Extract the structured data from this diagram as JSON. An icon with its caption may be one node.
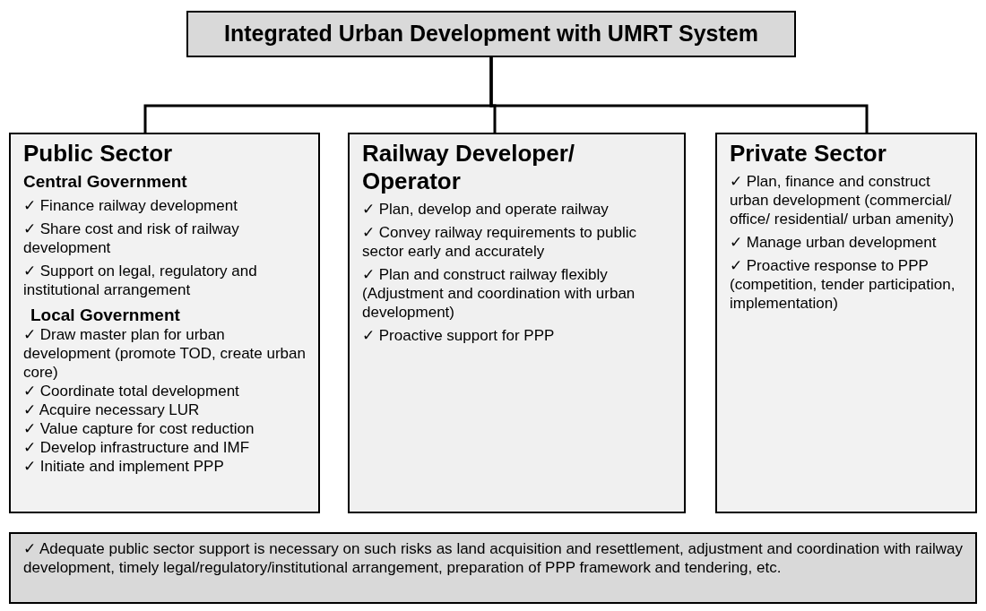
{
  "diagram": {
    "nodes": [
      {
        "text": [
          "Integrated Urban Development with UMRT System"
        ]
      },
      {
        "text": [
          "Public Sector",
          "Central Government",
          "✓ Finance railway development",
          "✓ Share cost and risk of railway development",
          "✓ Support on legal, regulatory and institutional arrangement",
          "Local Government",
          "✓ Draw master plan for urban development (promote TOD, create urban core)",
          "✓ Coordinate total development",
          "✓ Acquire necessary LUR",
          "✓ Value capture for cost reduction",
          "✓ Develop infrastructure and IMF",
          "✓ Initiate and implement PPP"
        ]
      },
      {
        "text": [
          "Railway Developer/ Operator",
          "✓ Plan, develop and operate railway",
          "✓ Convey railway requirements to public sector early and accurately",
          "✓ Plan and construct railway flexibly (Adjustment and coordination with urban development)",
          "✓ Proactive support for PPP"
        ]
      },
      {
        "text": [
          "Private Sector",
          "✓ Plan, finance and construct urban development (commercial/ office/ residential/ urban amenity)",
          "✓ Manage urban development",
          "✓ Proactive response to PPP (competition, tender participation, implementation)"
        ]
      },
      {
        "text": [
          "✓ Adequate public sector support is necessary on such risks as land acquisition and resettlement, adjustment and coordination with railway development, timely legal/regulatory/institutional arrangement, preparation of PPP framework and tendering, etc."
        ]
      }
    ],
    "edges": [
      {
        "from": 0,
        "to": 1,
        "arrow": "none"
      },
      {
        "from": 0,
        "to": 2,
        "arrow": "none"
      },
      {
        "from": 0,
        "to": 3,
        "arrow": "none"
      }
    ]
  }
}
